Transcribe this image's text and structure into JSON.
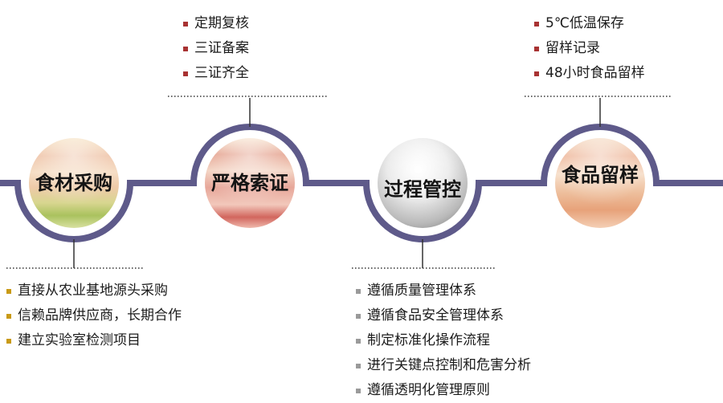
{
  "colors": {
    "band": "#5e5a8a",
    "connector": "#333333",
    "bullet_red": "#a83232",
    "bullet_gold": "#c99a16",
    "bullet_gray": "#9a9a9a"
  },
  "stages": [
    {
      "label": "食材采购",
      "theme": "warm-green",
      "bullets": [
        "直接从农业基地源头采购",
        "信赖品牌供应商，长期合作",
        "建立实验室检测项目"
      ],
      "bullet_color": "bullet_gold"
    },
    {
      "label": "严格索证",
      "theme": "warm-red",
      "bullets": [
        "定期复核",
        "三证备案",
        "三证齐全"
      ],
      "bullet_color": "bullet_red"
    },
    {
      "label": "过程管控",
      "theme": "silver",
      "bullets": [
        "遵循质量管理体系",
        "遵循食品安全管理体系",
        "制定标准化操作流程",
        "进行关键点控制和危害分析",
        "遵循透明化管理原则"
      ],
      "bullet_color": "bullet_gray"
    },
    {
      "label": "食品留样",
      "theme": "peach",
      "bullets": [
        "5℃低温保存",
        "留样记录",
        "48小时食品留样"
      ],
      "bullet_color": "bullet_red"
    }
  ]
}
